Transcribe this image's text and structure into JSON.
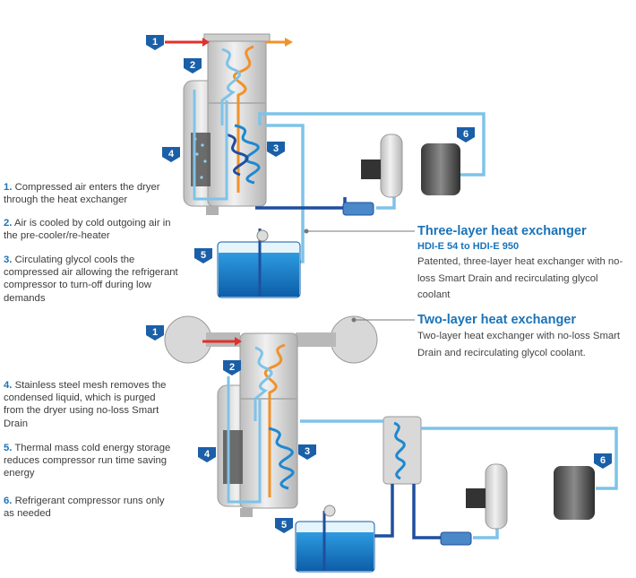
{
  "steps": [
    {
      "number": "1.",
      "text": "Compressed air enters the dryer through the heat exchanger"
    },
    {
      "number": "2.",
      "text": "Air is cooled by cold outgoing air in the pre-cooler/re-heater"
    },
    {
      "number": "3.",
      "text": "Circulating glycol cools the compressed air allowing the refrigerant compressor to turn-off during low demands"
    },
    {
      "number": "4.",
      "text": "Stainless steel mesh removes the condensed liquid, which is purged from the dryer using no-loss Smart Drain"
    },
    {
      "number": "5.",
      "text": "Thermal mass cold energy storage reduces compressor run time saving energy"
    },
    {
      "number": "6.",
      "text": "Refrigerant compressor runs only as needed"
    }
  ],
  "callouts": {
    "three_layer": {
      "title": "Three-layer heat exchanger",
      "subtitle": "HDI-E 54 to HDI-E 950",
      "description": "Patented, three-layer heat exchanger with no-loss Smart Drain and recirculating glycol coolant"
    },
    "two_layer": {
      "title": "Two-layer heat exchanger",
      "description": "Two-layer heat exchanger with no-loss Smart Drain and recirculating glycol coolant."
    }
  },
  "badges": {
    "top": [
      "1",
      "2",
      "3",
      "4",
      "5",
      "6"
    ],
    "bottom": [
      "1",
      "2",
      "3",
      "4",
      "5",
      "6"
    ]
  },
  "colors": {
    "badge_blue": "#1a5fa8",
    "hot_air": "#e0312a",
    "warm_air": "#f0922b",
    "cold_pipe": "#7ec3e8",
    "dark_pipe": "#1f4f9e",
    "glycol": "#1e88cf",
    "title_blue": "#1a73b8"
  }
}
